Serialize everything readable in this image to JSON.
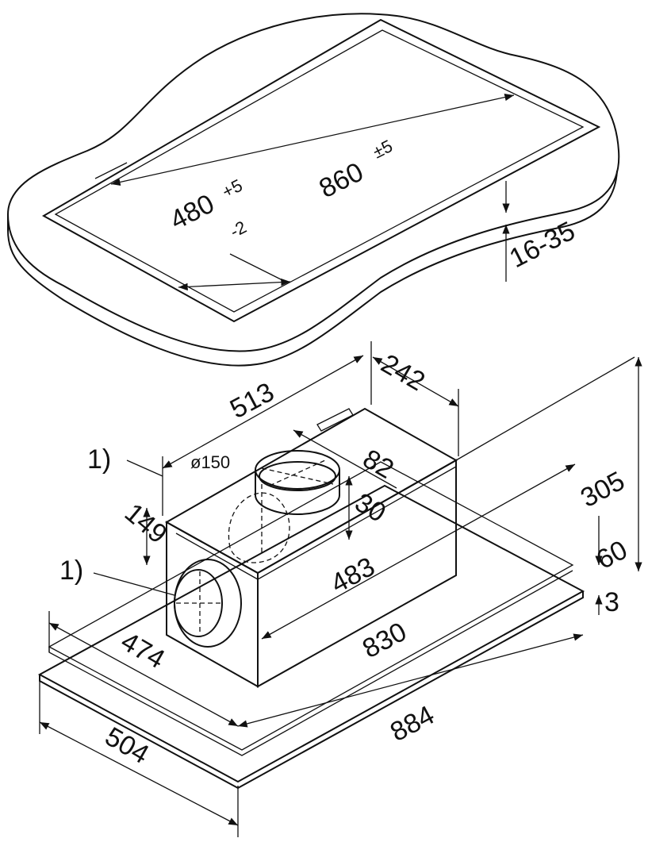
{
  "cutout": {
    "length": "860",
    "length_tol": "±5",
    "width": "480",
    "width_tol_plus": "+5",
    "width_tol_minus": "-2",
    "worktop_thickness": "16-35"
  },
  "unit": {
    "housing_length": "513",
    "housing_depth": "242",
    "duct_diameter": "ø150",
    "duct_offset": "82",
    "duct_height": "30",
    "side_outlet_height": "149",
    "housing_width": "483",
    "inner_length": "830",
    "inner_depth": "474",
    "panel_length": "884",
    "panel_depth": "504",
    "total_height": "305",
    "frame_height": "60",
    "panel_thickness": "3",
    "note_top": "1)",
    "note_side": "1)"
  }
}
